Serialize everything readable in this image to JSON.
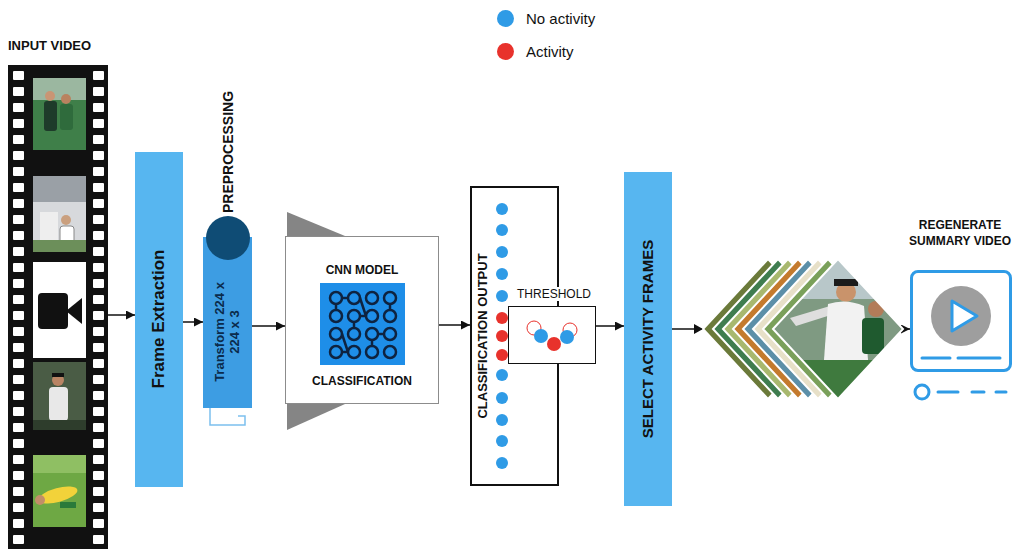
{
  "diagram": {
    "nodes": [
      {
        "text": [
          "INPUT VIDEO"
        ]
      },
      {
        "text": [
          "Frame Extraction"
        ]
      },
      {
        "text": [
          "PREPROCESSING",
          "Transform 224 x 224 x 3"
        ]
      },
      {
        "text": [
          "CNN MODEL",
          "CLASSIFICATION"
        ]
      },
      {
        "text": [
          "CLASSIFICATION OUTPUT"
        ]
      },
      {
        "text": [
          "THRESHOLD"
        ]
      },
      {
        "text": [
          "SELECT ACTIVITY FRAMES"
        ]
      },
      {
        "text": [
          "REGENERATE SUMMARY VIDEO"
        ]
      }
    ],
    "edges": [
      {
        "from": 0,
        "to": 1,
        "arrow": "to"
      },
      {
        "from": 1,
        "to": 2,
        "arrow": "to"
      },
      {
        "from": 2,
        "to": 3,
        "arrow": "to"
      },
      {
        "from": 3,
        "to": 4,
        "arrow": "to"
      },
      {
        "from": 5,
        "to": 6,
        "arrow": "to"
      },
      {
        "from": 6,
        "to": 7,
        "arrow": "to"
      }
    ],
    "legend": [
      {
        "text": "No activity",
        "color": "#2f9be6"
      },
      {
        "text": "Activity",
        "color": "#e8322c"
      }
    ]
  }
}
